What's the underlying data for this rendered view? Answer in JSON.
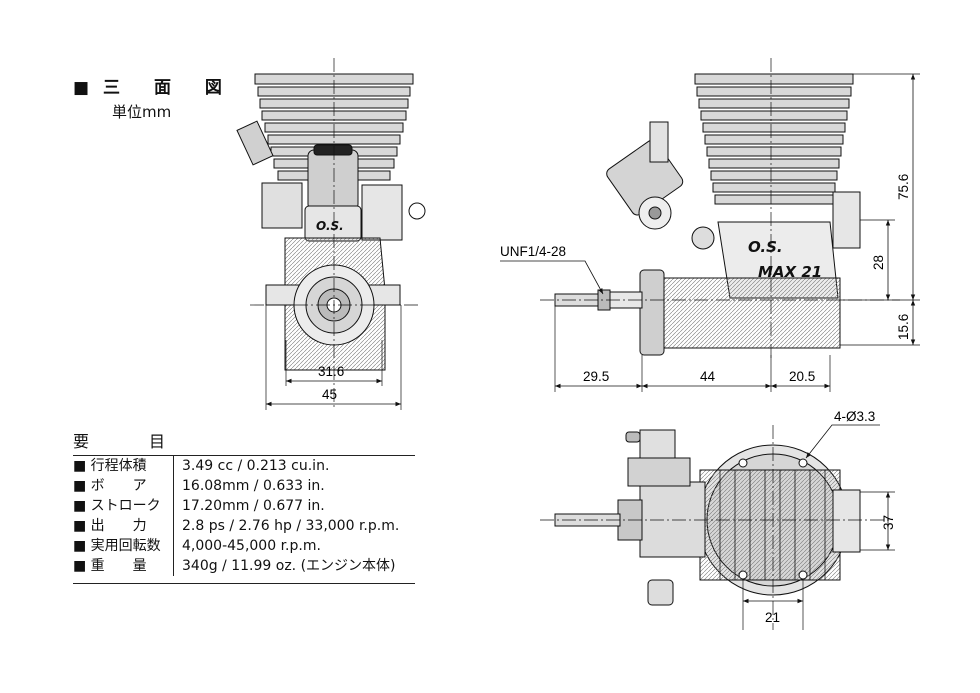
{
  "heading": {
    "title": "■三 面 図",
    "unit": "単位mm"
  },
  "specs": {
    "heading": "要　目",
    "rows": [
      {
        "label": "■ 行程体積",
        "value": "3.49 cc / 0.213 cu.in."
      },
      {
        "label": "■ ボ　　ア",
        "value": "16.08mm / 0.633 in."
      },
      {
        "label": "■ ストローク",
        "value": "17.20mm / 0.677 in."
      },
      {
        "label": "■ 出　　力",
        "value": "2.8 ps / 2.76 hp / 33,000 r.p.m."
      },
      {
        "label": "■ 実用回転数",
        "value": "4,000-45,000 r.p.m."
      },
      {
        "label": "■ 重　　量",
        "value": "340g / 11.99 oz. (エンジン本体)"
      }
    ]
  },
  "dimensions": {
    "front_inner_width": "31.6",
    "front_outer_width": "45",
    "thread": "UNF1/4-28",
    "side_shaft": "29.5",
    "side_body": "44",
    "side_rear": "20.5",
    "height_total": "75.6",
    "height_mount": "28",
    "height_base": "15.6",
    "holes": "4-Ø3.3",
    "mount_depth": "37",
    "mount_spacing": "21"
  },
  "engine_marks": {
    "logo": "O.S.",
    "model": "MAX 21"
  }
}
